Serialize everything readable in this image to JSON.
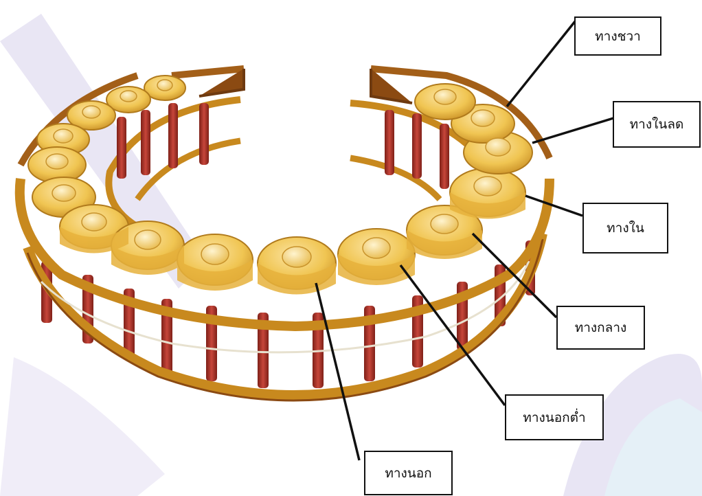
{
  "labels": {
    "right": "ทางชวา",
    "inner_low": "ทางในลด",
    "inner": "ทางใน",
    "middle": "ทางกลาง",
    "outer_low": "ทางนอกต่ำ",
    "outer": "ทางนอก"
  },
  "colors": {
    "frame_wood": "#c8891e",
    "frame_dark": "#8b4a12",
    "post_red": "#b23a2e",
    "gong_body": "#f2cc55",
    "gong_boss": "#fbe7a4",
    "watermark": "#d9d4ec",
    "leader_line": "#111111"
  }
}
